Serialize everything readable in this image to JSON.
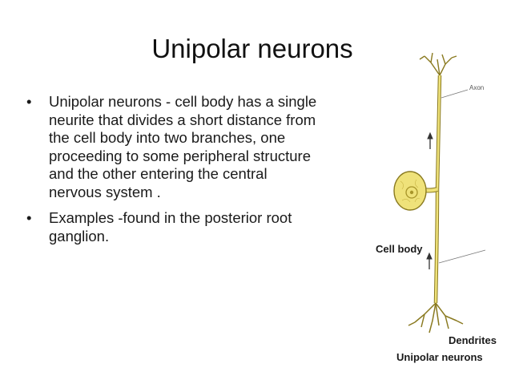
{
  "slide": {
    "title": "Unipolar neurons",
    "bullets": [
      "Unipolar neurons - cell body has a single neurite that divides a short distance from the cell body into two branches, one proceeding to some peripheral structure and the other entering the central nervous system .",
      "Examples -found in the posterior root ganglion."
    ],
    "bullet_symbol": "•"
  },
  "diagram": {
    "labels": {
      "axon": "Axon",
      "cell_body": "Cell body",
      "dendrites": "Dendrites"
    },
    "caption": "Unipolar neurons",
    "colors": {
      "neuron_fill": "#efe27a",
      "neuron_stroke": "#8a7a20",
      "nucleus": "#a8952a",
      "arrow": "#333333"
    }
  }
}
